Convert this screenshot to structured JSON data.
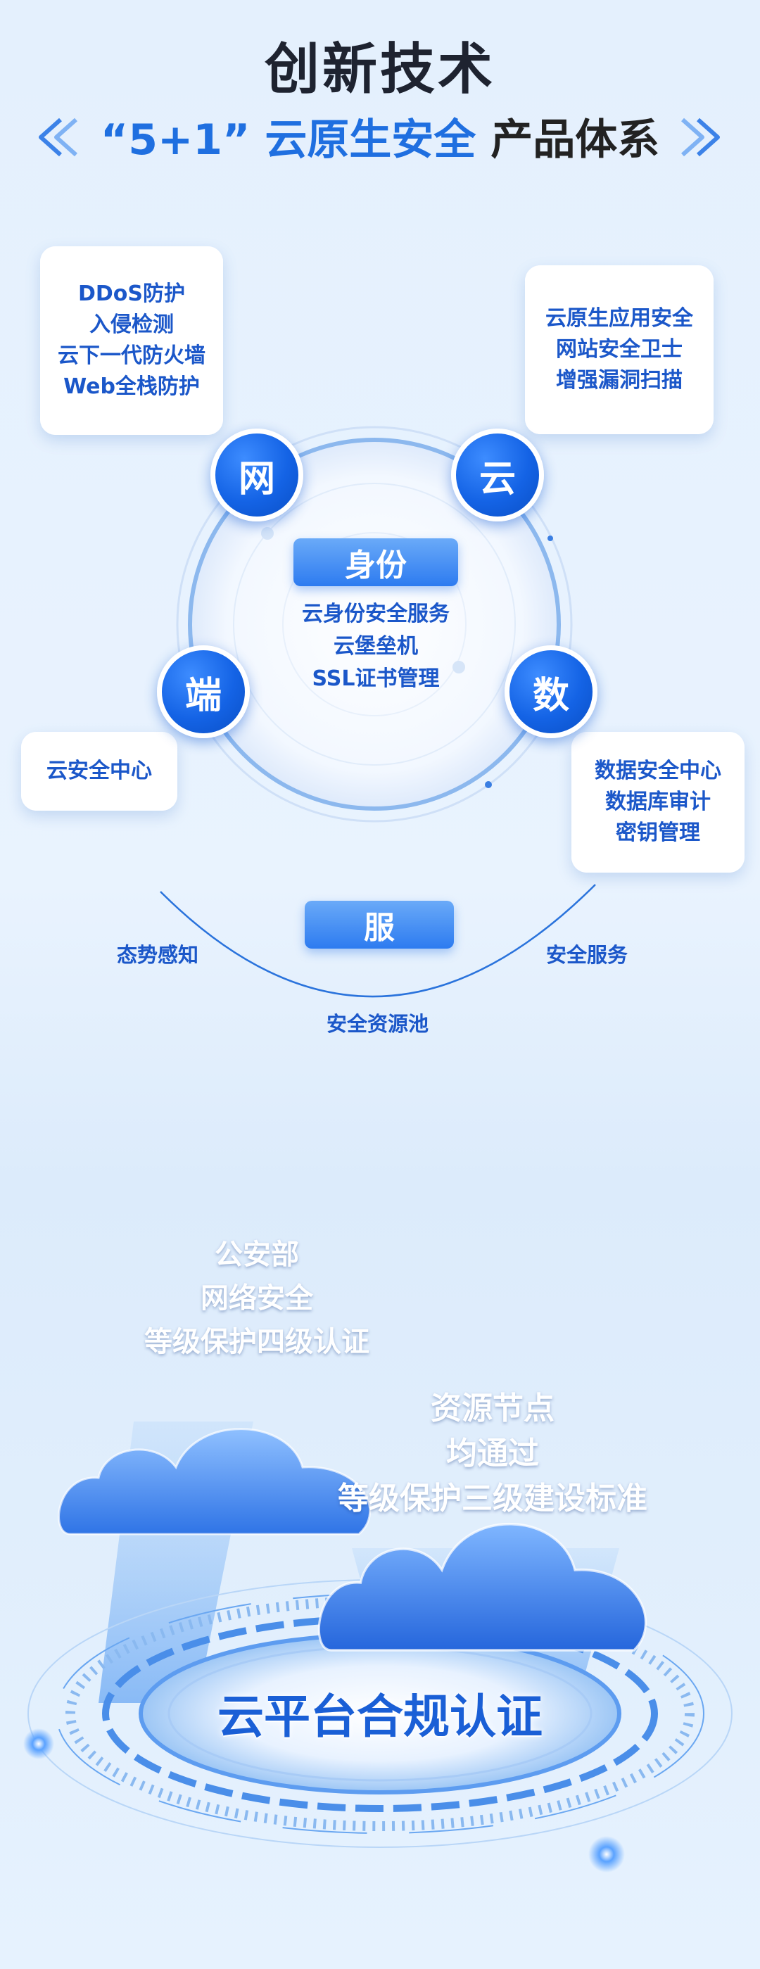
{
  "header": {
    "title": "创新技术",
    "subtitle_quote": "“5+1”",
    "subtitle_blue": "云原生安全",
    "subtitle_dark": "产品体系"
  },
  "cards": {
    "top_left": [
      "DDoS防护",
      "入侵检测",
      "云下一代防火墙",
      "Web全栈防护"
    ],
    "top_right": [
      "云原生应用安全",
      "网站安全卫士",
      "增强漏洞扫描"
    ],
    "left": [
      "云安全中心"
    ],
    "right": [
      "数据安全中心",
      "数据库审计",
      "密钥管理"
    ]
  },
  "nodes": {
    "wang": "网",
    "yun": "云",
    "duan": "端",
    "shu": "数"
  },
  "center": {
    "pill": "身份",
    "items": [
      "云身份安全服务",
      "云堡垒机",
      "SSL证书管理"
    ]
  },
  "service": {
    "pill": "服",
    "left_label": "态势感知",
    "right_label": "安全服务",
    "bottom_label": "安全资源池"
  },
  "clouds": {
    "left": [
      "公安部",
      "网络安全",
      "等级保护四级认证"
    ],
    "right": [
      "资源节点",
      "均通过",
      "等级保护三级建设标准"
    ]
  },
  "platform": {
    "label": "云平台合规认证"
  },
  "colors": {
    "accent": "#1f6fe0",
    "node_blue": "#1463e5",
    "text_blue": "#1b57c9"
  }
}
